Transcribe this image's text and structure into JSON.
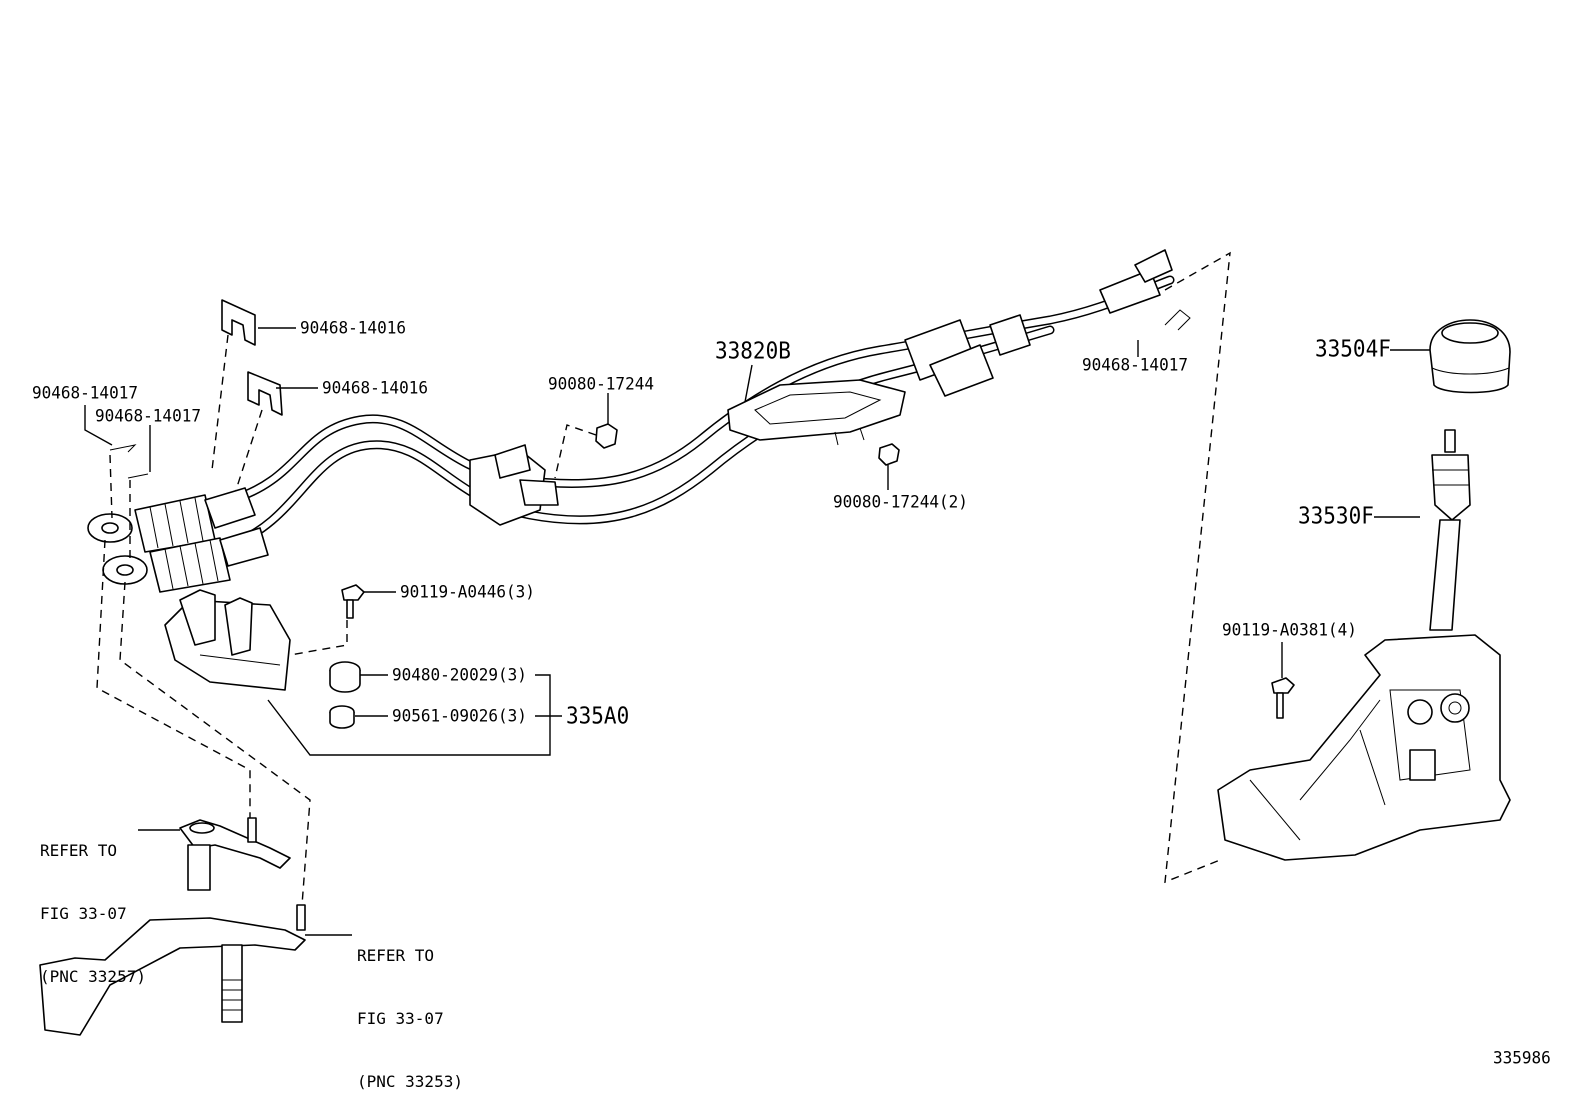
{
  "diagram": {
    "figure_number": "335986",
    "callouts": {
      "p90468_14016_a": "90468-14016",
      "p90468_14016_b": "90468-14016",
      "p90468_14017_a": "90468-14017",
      "p90468_14017_b": "90468-14017",
      "p90468_14017_c": "90468-14017",
      "p90080_17244": "90080-17244",
      "p90080_17244_2": "90080-17244(2)",
      "p33820B": "33820B",
      "p33504F": "33504F",
      "p33530F": "33530F",
      "p90119_A0446": "90119-A0446(3)",
      "p90480_20029": "90480-20029(3)",
      "p90561_09026": "90561-09026(3)",
      "p335A0": "335A0",
      "p90119_A0381": "90119-A0381(4)"
    },
    "refer_notes": {
      "left": {
        "line1": "REFER TO",
        "line2": "FIG 33-07",
        "line3": "(PNC 33257)"
      },
      "bottom": {
        "line1": "REFER TO",
        "line2": "FIG 33-07",
        "line3": "(PNC 33253)"
      }
    }
  }
}
